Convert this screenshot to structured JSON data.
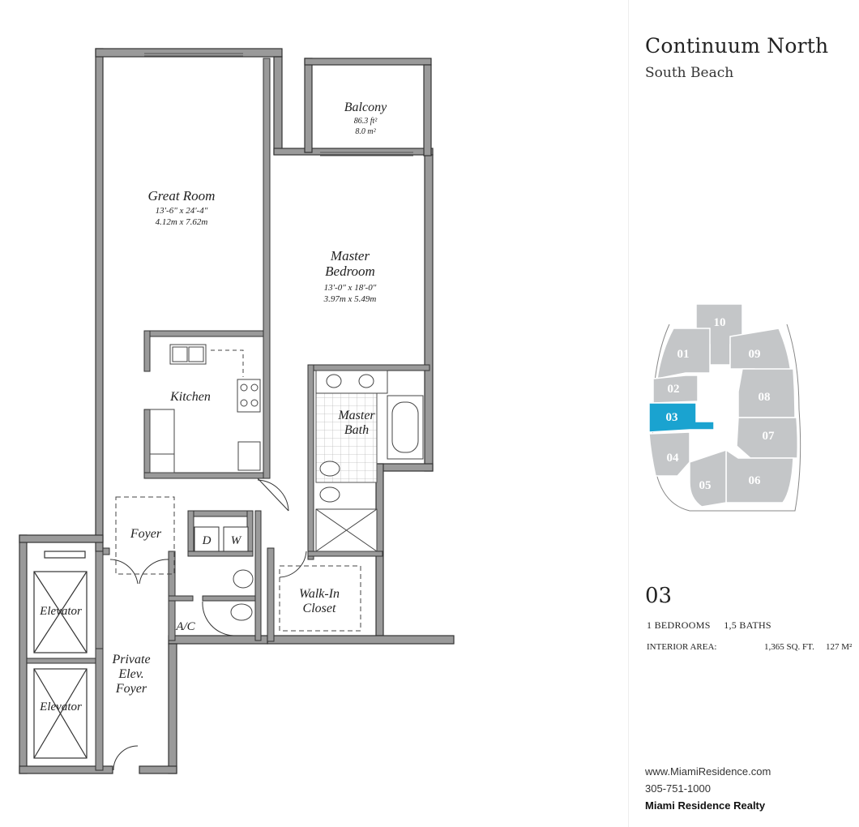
{
  "building": {
    "name": "Continuum North",
    "location": "South Beach"
  },
  "rooms": {
    "balcony": {
      "name": "Balcony",
      "dim_ft": "86.3 ft²",
      "dim_m": "8.0 m²"
    },
    "great_room": {
      "name": "Great Room",
      "dim_ft": "13'-6\" x 24'-4\"",
      "dim_m": "4.12m x 7.62m"
    },
    "master_bedroom": {
      "name_1": "Master",
      "name_2": "Bedroom",
      "dim_ft": "13'-0\" x 18'-0\"",
      "dim_m": "3.97m x 5.49m"
    },
    "kitchen": {
      "name": "Kitchen"
    },
    "master_bath": {
      "name_1": "Master",
      "name_2": "Bath"
    },
    "foyer": {
      "name": "Foyer"
    },
    "washer": "D",
    "dryer": "W",
    "walk_in_closet": {
      "name_1": "Walk-In",
      "name_2": "Closet"
    },
    "ac": "A/C",
    "private_foyer": {
      "name_1": "Private",
      "name_2": "Elev.",
      "name_3": "Foyer"
    },
    "elevator_1": "Elevator",
    "elevator_2": "Elevator"
  },
  "keyplan": {
    "selected_unit": "03",
    "units": [
      "10",
      "01",
      "09",
      "02",
      "08",
      "03",
      "07",
      "04",
      "06",
      "05"
    ],
    "colors": {
      "unit": "#c4c6c8",
      "selected": "#1aa3d0",
      "label": "#ffffff"
    }
  },
  "unit": {
    "number": "03",
    "bedrooms": "1 BEDROOMS",
    "baths": "1,5 BATHS",
    "interior_label": "INTERIOR AREA:",
    "sqft": "1,365 SQ. FT.",
    "sqm": "127 M²"
  },
  "contact": {
    "website": "www.MiamiResidence.com",
    "phone": "305-751-1000",
    "company": "Miami Residence Realty"
  }
}
